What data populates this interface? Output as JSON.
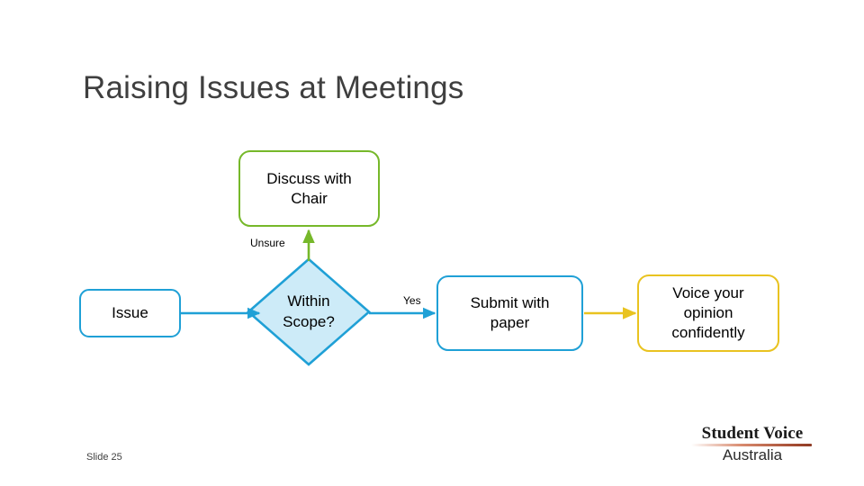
{
  "slide": {
    "title": "Raising Issues at Meetings",
    "slide_number": "Slide 25"
  },
  "flowchart": {
    "nodes": [
      {
        "id": "discuss-chair",
        "label": "Discuss with\nChair",
        "shape": "rounded-rect",
        "border_color": "#76b82a",
        "fill_color": "#ffffff"
      },
      {
        "id": "issue",
        "label": "Issue",
        "shape": "rounded-rect",
        "border_color": "#1fa0d6",
        "fill_color": "#ffffff"
      },
      {
        "id": "within-scope",
        "label": "Within\nScope?",
        "shape": "diamond",
        "border_color": "#1fa0d6",
        "fill_color": "#cdebf8"
      },
      {
        "id": "submit-paper",
        "label": "Submit with\npaper",
        "shape": "rounded-rect",
        "border_color": "#1fa0d6",
        "fill_color": "#ffffff"
      },
      {
        "id": "voice-opinion",
        "label": "Voice your\nopinion\nconfidently",
        "shape": "rounded-rect",
        "border_color": "#e9c320",
        "fill_color": "#ffffff"
      }
    ],
    "edges": [
      {
        "id": "issue-to-scope",
        "from": "issue",
        "to": "within-scope",
        "label": "",
        "color": "#1fa0d6"
      },
      {
        "id": "scope-to-chair",
        "from": "within-scope",
        "to": "discuss-chair",
        "label": "Unsure",
        "color": "#76b82a"
      },
      {
        "id": "scope-to-submit",
        "from": "within-scope",
        "to": "submit-paper",
        "label": "Yes",
        "color": "#1fa0d6"
      },
      {
        "id": "submit-to-voice",
        "from": "submit-paper",
        "to": "voice-opinion",
        "label": "",
        "color": "#e9c320"
      }
    ]
  },
  "logo": {
    "primary": "Student Voice",
    "secondary": "Australia",
    "accent_color": "#a0482f"
  }
}
